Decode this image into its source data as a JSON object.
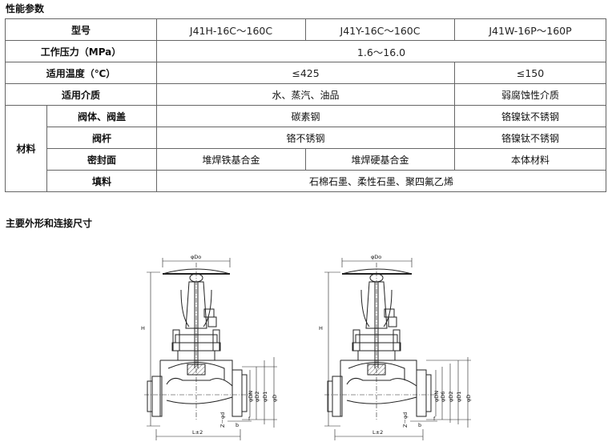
{
  "titles": {
    "performance": "性能参数",
    "dimensions": "主要外形和连接尺寸"
  },
  "table": {
    "model_label": "型号",
    "models": [
      "J41H-16C～160C",
      "J41Y-16C～160C",
      "J41W-16P～160P"
    ],
    "pressure_label": "工作压力（MPa）",
    "pressure_value": "1.6～16.0",
    "temp_label": "适用温度（℃）",
    "temp_values": [
      "≤425",
      "≤150"
    ],
    "medium_label": "适用介质",
    "medium_values": [
      "水、蒸汽、油品",
      "弱腐蚀性介质"
    ],
    "material_label": "材料",
    "body_label": "阀体、阀盖",
    "body_values": [
      "碳素钢",
      "铬镍钛不锈钢"
    ],
    "stem_label": "阀杆",
    "stem_values": [
      "铬不锈钢",
      "铬镍钛不锈钢"
    ],
    "seal_label": "密封面",
    "seal_values": [
      "堆焊铁基合金",
      "堆焊硬基合金",
      "本体材料"
    ],
    "packing_label": "填料",
    "packing_value": "石棉石墨、柔性石墨、聚四氟乙烯"
  },
  "drawing_labels": {
    "do": "φDo",
    "h": "H",
    "dn": "φDN",
    "d2": "φD2",
    "d1": "φD1",
    "d": "φD",
    "d6": "φD6",
    "b": "b",
    "f": "f",
    "z": "Z－φd",
    "l": "L±2"
  }
}
